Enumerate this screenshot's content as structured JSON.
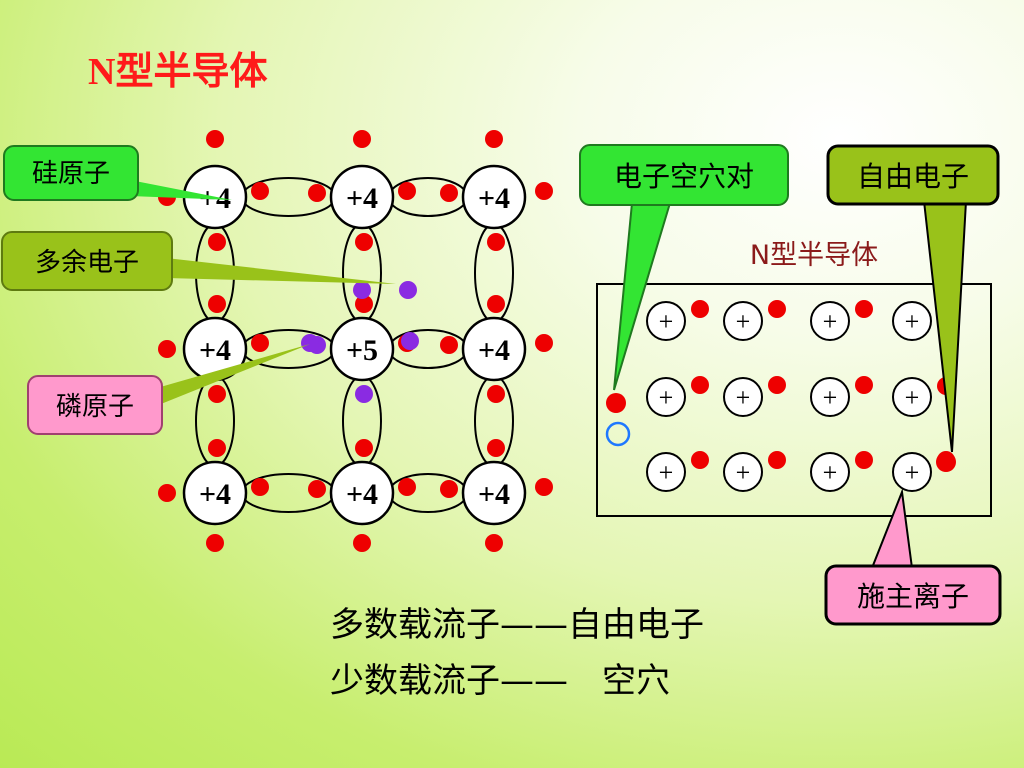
{
  "title": "N型半导体",
  "lattice": {
    "atom_labels": [
      [
        "+4",
        "+4",
        "+4"
      ],
      [
        "+4",
        "+5",
        "+4"
      ],
      [
        "+4",
        "+4",
        "+4"
      ]
    ]
  },
  "callouts": {
    "silicon_atom": "硅原子",
    "extra_electron": "多余电子",
    "phosphorus_atom": "磷原子",
    "electron_hole_pair": "电子空穴对",
    "free_electron": "自由电子",
    "donor_ion": "施主离子"
  },
  "panel": {
    "title": "N型半导体",
    "ion_symbol": "+",
    "rows": 3,
    "cols": 4
  },
  "summary": {
    "line1": "多数载流子——自由电子",
    "line2": "少数载流子——　空穴"
  },
  "colors": {
    "title": "#ff1a1a",
    "electron": "#ee0000",
    "extra_electron": "#8a2be2",
    "hole": "#1e78ff",
    "green_callout": "#33e533",
    "olive_callout": "#99c21a",
    "pink_callout": "#ff99cc"
  }
}
